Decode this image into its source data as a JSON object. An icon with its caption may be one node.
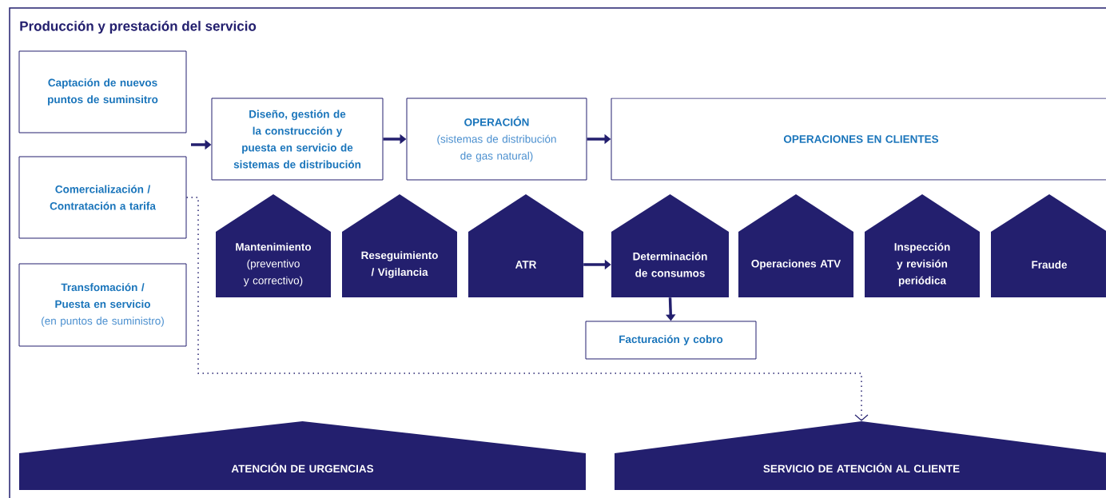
{
  "diagram": {
    "nodes": [
      {
        "text": [
          "Producción y prestación del servicio"
        ]
      },
      {
        "text": [
          "Captación de nuevos puntos de suminsitro"
        ],
        "in": 0
      },
      {
        "text": [
          "Comercialización / Contratación a tarifa"
        ],
        "in": 0
      },
      {
        "text": [
          "Transfomación / Puesta en servicio",
          "(en puntos de suministro)"
        ],
        "in": 0
      },
      {
        "text": [
          "Diseño, gestión de la construcción y puesta en servicio de sistemas de distribución"
        ],
        "in": 0
      },
      {
        "text": [
          "OPERACIÓN",
          "(sistemas de distribución de gas natural)"
        ],
        "in": 0
      },
      {
        "text": [
          "OPERACIONES EN CLIENTES"
        ],
        "in": 0
      },
      {
        "text": [
          "Mantenimiento",
          "(preventivo y correctivo)"
        ],
        "in": 0
      },
      {
        "text": [
          "Reseguimiento / Vigilancia"
        ],
        "in": 0
      },
      {
        "text": [
          "ATR"
        ],
        "in": 0
      },
      {
        "text": [
          "Determinación de consumos"
        ],
        "in": 0
      },
      {
        "text": [
          "Operaciones ATV"
        ],
        "in": 0
      },
      {
        "text": [
          "Inspección y revisión periódica"
        ],
        "in": 0
      },
      {
        "text": [
          "Fraude"
        ],
        "in": 0
      },
      {
        "text": [
          "Facturación y cobro"
        ],
        "in": 0
      },
      {
        "text": [
          "ATENCIÓN DE URGENCIAS"
        ],
        "in": 0
      },
      {
        "text": [
          "SERVICIO DE ATENCIÓN AL CLIENTE"
        ],
        "in": 0
      }
    ],
    "edges": [
      {
        "from": null,
        "to": 4,
        "arrow": "to"
      },
      {
        "from": 4,
        "to": 5,
        "arrow": "to"
      },
      {
        "from": 5,
        "to": 6,
        "arrow": "to"
      },
      {
        "from": 9,
        "to": 10,
        "arrow": "to"
      },
      {
        "from": 10,
        "to": 14,
        "arrow": "to"
      },
      {
        "from": 2,
        "to": 16,
        "arrow": "to",
        "style": "dashed"
      }
    ]
  }
}
